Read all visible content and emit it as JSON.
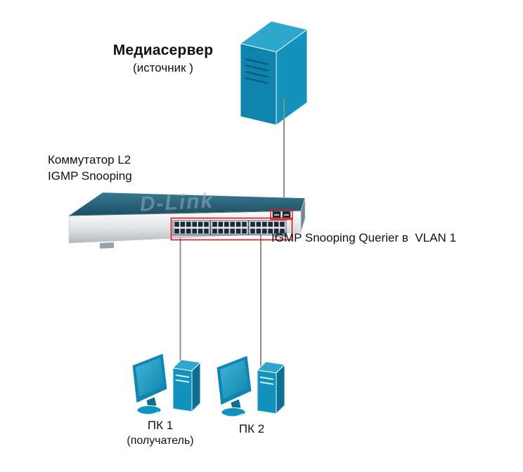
{
  "nodes": {
    "server": {
      "title": "Медиасервер",
      "subtitle": "(источник )"
    },
    "switch": {
      "label_line1": "Коммутатор L2",
      "label_line2": "IGMP Snooping",
      "brand": "D-Link",
      "querier_label": "IGMP Snooping Querier в  VLAN 1"
    },
    "pc1": {
      "label": "ПК 1",
      "subtitle": "(получатель)"
    },
    "pc2": {
      "label": "ПК 2"
    }
  },
  "colors": {
    "device_teal": "#1193BE",
    "device_teal_dark": "#0E83AD",
    "device_teal_light": "#2FA6CC",
    "switch_top_teal": "#2A6D85",
    "switch_front_silver": "#C6CBCF",
    "port_dark": "#1B2836",
    "highlight_red": "#E8101C",
    "cable_gray": "#8E8E8E"
  }
}
